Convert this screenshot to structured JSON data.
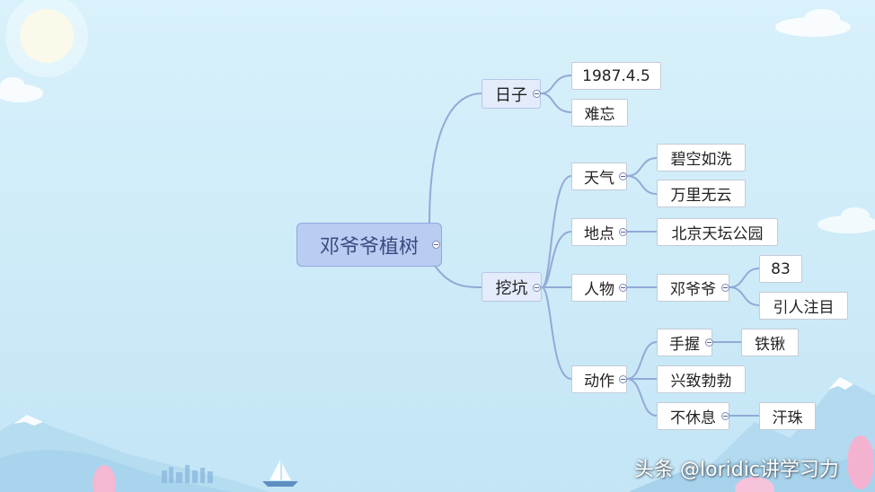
{
  "mindmap": {
    "root": "邓爷爷植树",
    "branches": {
      "rizi": {
        "label": "日子",
        "children": [
          "1987.4.5",
          "难忘"
        ]
      },
      "wakeng": {
        "label": "挖坑",
        "tianqi": {
          "label": "天气",
          "children": [
            "碧空如洗",
            "万里无云"
          ]
        },
        "didian": {
          "label": "地点",
          "children": [
            "北京天坛公园"
          ]
        },
        "renwu": {
          "label": "人物",
          "person": "邓爷爷",
          "children": [
            "83",
            "引人注目"
          ]
        },
        "dongzuo": {
          "label": "动作",
          "shouwo": "手握",
          "tieqiao": "铁锹",
          "xingzhi": "兴致勃勃",
          "buxiuxi": "不休息",
          "hanzhu": "汗珠"
        }
      }
    }
  },
  "watermark": "头条 @loridic讲学习力",
  "colors": {
    "connector": "#93a9d6",
    "root_fill": "#b9cdf2",
    "main_fill": "#e4ecfb",
    "background": "#d8f1fb"
  }
}
